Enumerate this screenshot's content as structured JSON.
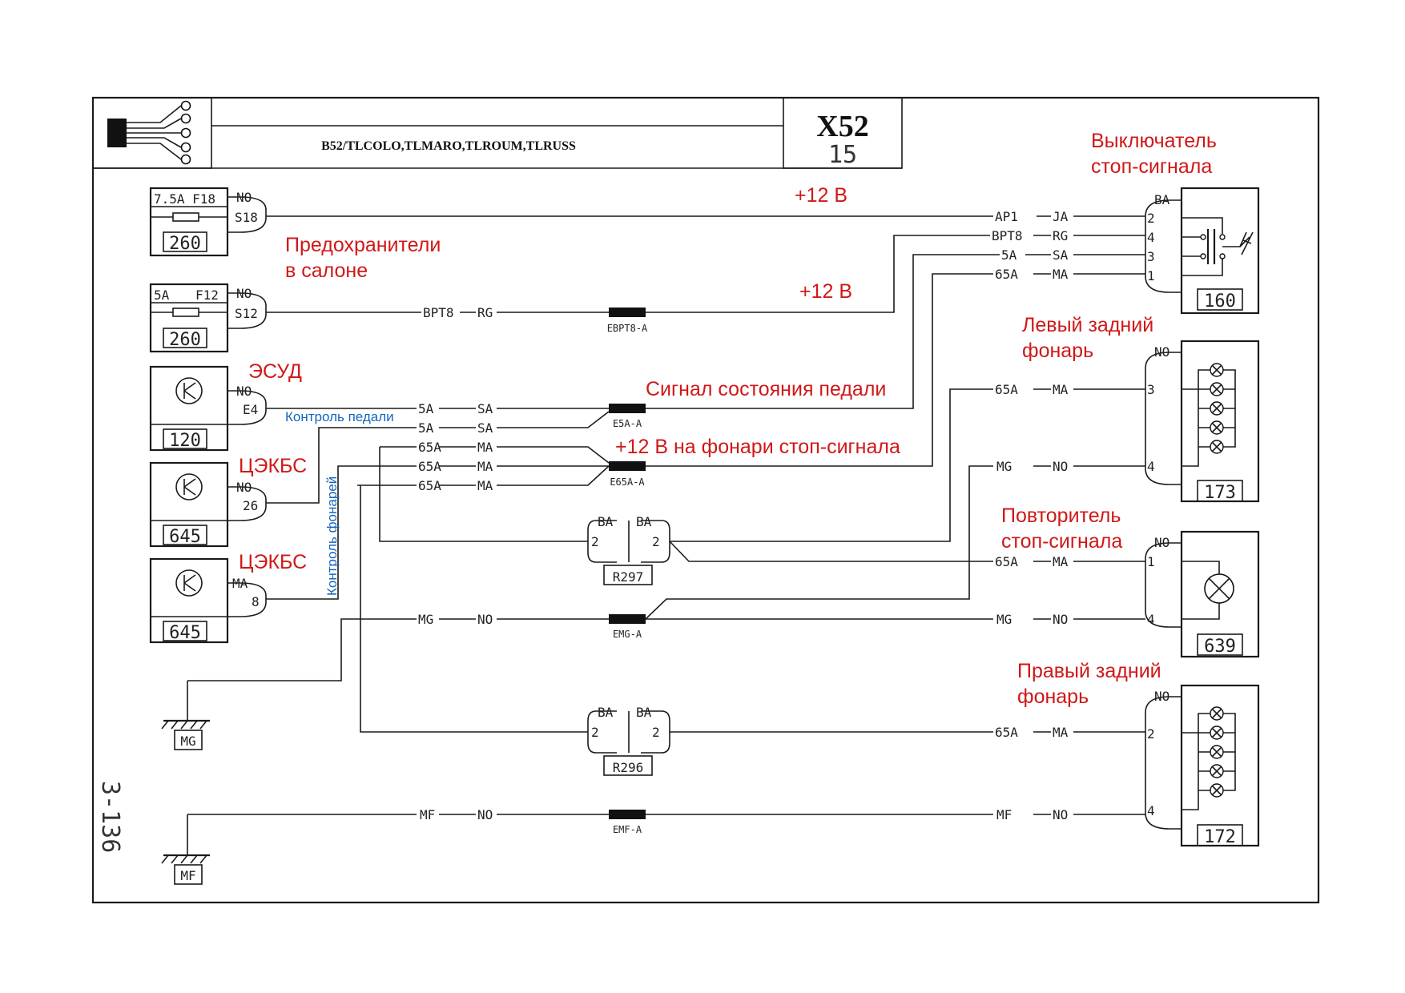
{
  "title_block": {
    "options": "B52/TLCOLO,TLMARO,TLROUM,TLRUSS",
    "code": "X52",
    "page": "15",
    "sheet": "3-136"
  },
  "components": {
    "fuse_f18": {
      "rating": "7.5A F18",
      "ref": "260",
      "pin_color": "NO",
      "pin": "S18"
    },
    "fuse_f12": {
      "rating_a": "5A",
      "rating_b": "F12",
      "ref": "260",
      "pin_color": "NO",
      "pin": "S12"
    },
    "ecu_120": {
      "ref": "120",
      "pin_color": "NO",
      "pin": "E4"
    },
    "ecu_645a": {
      "ref": "645",
      "pin_color": "NO",
      "pin": "26"
    },
    "ecu_645b": {
      "ref": "645",
      "pin_color": "MA",
      "pin": "8"
    },
    "switch_160": {
      "ref": "160",
      "conn": "BA",
      "pins": [
        "2",
        "4",
        "3",
        "1"
      ]
    },
    "lamp_173": {
      "ref": "173",
      "conn": "NO",
      "pins": [
        "3",
        "4"
      ]
    },
    "lamp_639": {
      "ref": "639",
      "conn": "NO",
      "pins": [
        "1",
        "4"
      ]
    },
    "lamp_172": {
      "ref": "172",
      "conn": "NO",
      "pins": [
        "2",
        "4"
      ]
    },
    "res_r297": {
      "ref": "R297",
      "conn_l": "BA",
      "conn_r": "BA",
      "pin_l": "2",
      "pin_r": "2"
    },
    "res_r296": {
      "ref": "R296",
      "conn_l": "BA",
      "conn_r": "BA",
      "pin_l": "2",
      "pin_r": "2"
    },
    "ground_mg": "MG",
    "ground_mf": "MF"
  },
  "splices": [
    "EBPT8-A",
    "E5A-A",
    "E65A-A",
    "EMG-A",
    "EMF-A"
  ],
  "wires": {
    "ap1": "AP1",
    "ja": "JA",
    "bpt8": "BPT8",
    "rg": "RG",
    "w5a": "5A",
    "sa": "SA",
    "w65a": "65A",
    "ma": "MA",
    "mg": "MG",
    "no": "NO",
    "mf": "MF"
  },
  "annotations": {
    "plus12_top": "+12 В",
    "plus12_mid": "+12 В",
    "fuses": [
      "Предохранители",
      "в салоне"
    ],
    "esud": "ЭСУД",
    "tsekbs1": "ЦЭКБС",
    "tsekbs2": "ЦЭКБС",
    "pedal_signal": "Сигнал состояния педали",
    "lamps_power": "+12 В на фонари стоп-сигнала",
    "switch": [
      "Выключатель",
      "стоп-сигнала"
    ],
    "left_lamp": [
      "Левый задний",
      "фонарь"
    ],
    "repeater": [
      "Повторитель",
      "стоп-сигнала"
    ],
    "right_lamp": [
      "Правый задний",
      "фонарь"
    ],
    "pedal_control": "Контроль педали",
    "lamp_control": "Контроль фонарей"
  }
}
